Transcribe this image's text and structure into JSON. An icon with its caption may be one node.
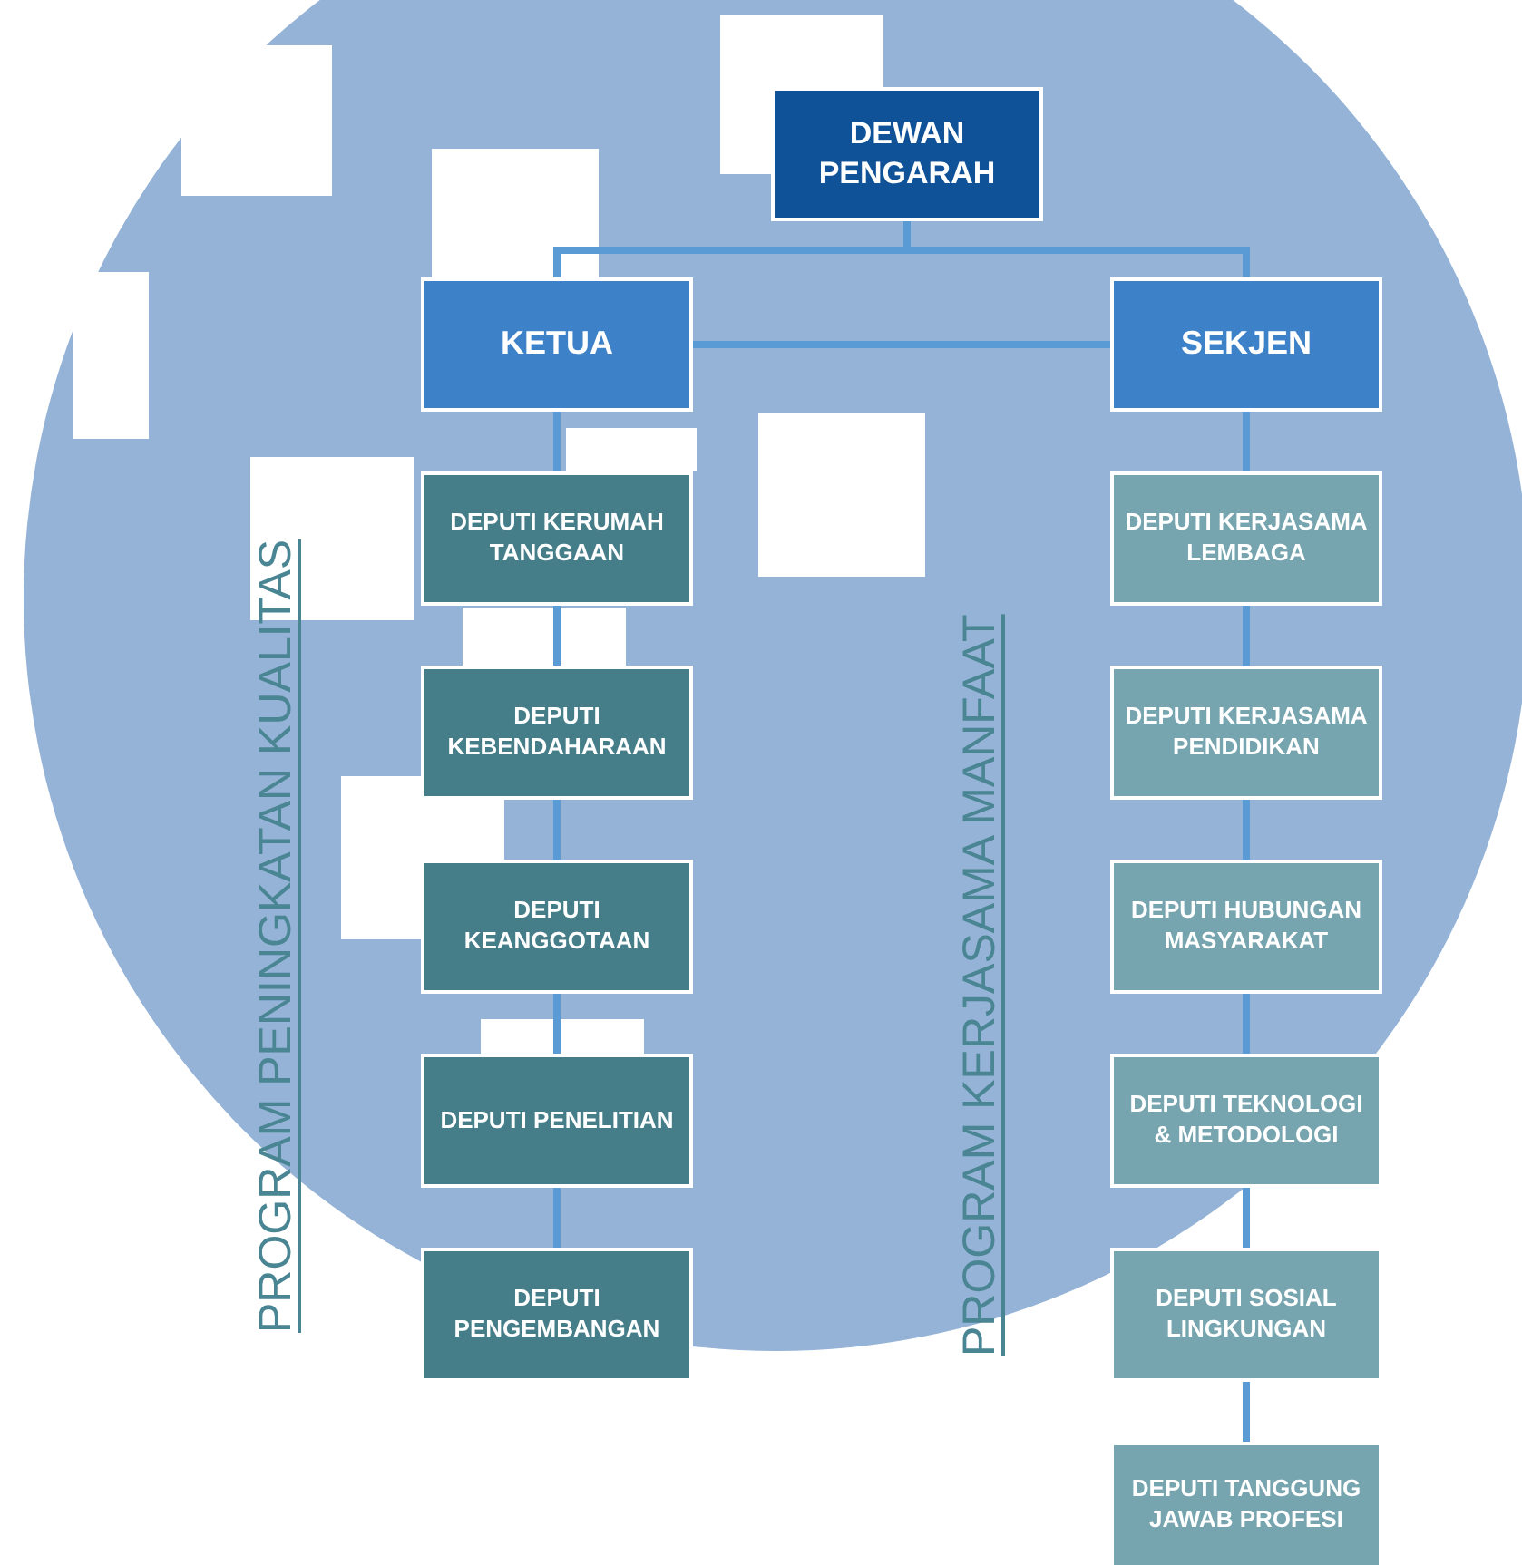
{
  "diagram": {
    "nodes": [
      {
        "text": [
          "DEWAN PENGARAH"
        ]
      },
      {
        "text": [
          "KETUA"
        ]
      },
      {
        "text": [
          "SEKJEN"
        ]
      },
      {
        "text": [
          "DEPUTI KERUMAH TANGGAAN"
        ]
      },
      {
        "text": [
          "DEPUTI KEBENDAHARAAN"
        ]
      },
      {
        "text": [
          "DEPUTI KEANGGOTAAN"
        ]
      },
      {
        "text": [
          "DEPUTI PENELITIAN"
        ]
      },
      {
        "text": [
          "DEPUTI PENGEMBANGAN"
        ]
      },
      {
        "text": [
          "DEPUTI KERJASAMA LEMBAGA"
        ]
      },
      {
        "text": [
          "DEPUTI KERJASAMA PENDIDIKAN"
        ]
      },
      {
        "text": [
          "DEPUTI HUBUNGAN MASYARAKAT"
        ]
      },
      {
        "text": [
          "DEPUTI TEKNOLOGI & METODOLOGI"
        ]
      },
      {
        "text": [
          "DEPUTI SOSIAL LINGKUNGAN"
        ]
      },
      {
        "text": [
          "DEPUTI TANGGUNG JAWAB PROFESI"
        ]
      }
    ],
    "edges": [
      {
        "from": 0,
        "to": 1,
        "arrow": "none"
      },
      {
        "from": 0,
        "to": 2,
        "arrow": "none"
      },
      {
        "from": 1,
        "to": 2,
        "arrow": "none"
      },
      {
        "from": 1,
        "to": 3,
        "arrow": "none"
      },
      {
        "from": 3,
        "to": 4,
        "arrow": "none"
      },
      {
        "from": 4,
        "to": 5,
        "arrow": "none"
      },
      {
        "from": 5,
        "to": 6,
        "arrow": "none"
      },
      {
        "from": 6,
        "to": 7,
        "arrow": "none"
      },
      {
        "from": 2,
        "to": 8,
        "arrow": "none"
      },
      {
        "from": 8,
        "to": 9,
        "arrow": "none"
      },
      {
        "from": 9,
        "to": 10,
        "arrow": "none"
      },
      {
        "from": 10,
        "to": 11,
        "arrow": "none"
      },
      {
        "from": 11,
        "to": 12,
        "arrow": "none"
      },
      {
        "from": 12,
        "to": 13,
        "arrow": "none"
      }
    ],
    "labels": [
      "PROGRAM PENINGKATAN KUALITAS",
      "PROGRAM KERJASAMA MANFAAT"
    ]
  }
}
